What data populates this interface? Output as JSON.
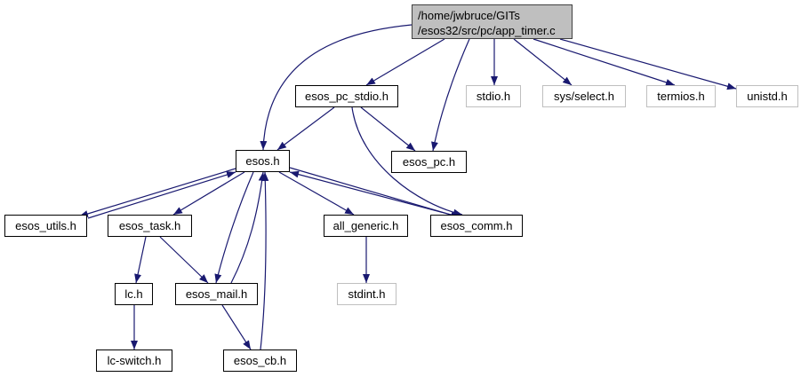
{
  "diagram": {
    "type": "include-dependency-graph",
    "edge_color": "#191970",
    "root": {
      "id": "app_timer",
      "label_lines": [
        "/home/jwbruce/GITs",
        "/esos32/src/pc/app_timer.c"
      ],
      "fill": "#bfbfbf"
    },
    "nodes": [
      {
        "id": "esos_pc_stdio",
        "label": "esos_pc_stdio.h",
        "external": false
      },
      {
        "id": "stdio",
        "label": "stdio.h",
        "external": true
      },
      {
        "id": "sys_select",
        "label": "sys/select.h",
        "external": true
      },
      {
        "id": "termios",
        "label": "termios.h",
        "external": true
      },
      {
        "id": "unistd",
        "label": "unistd.h",
        "external": true
      },
      {
        "id": "esos",
        "label": "esos.h",
        "external": false
      },
      {
        "id": "esos_pc",
        "label": "esos_pc.h",
        "external": false
      },
      {
        "id": "esos_utils",
        "label": "esos_utils.h",
        "external": false
      },
      {
        "id": "esos_task",
        "label": "esos_task.h",
        "external": false
      },
      {
        "id": "all_generic",
        "label": "all_generic.h",
        "external": false
      },
      {
        "id": "esos_comm",
        "label": "esos_comm.h",
        "external": false
      },
      {
        "id": "lc",
        "label": "lc.h",
        "external": false
      },
      {
        "id": "esos_mail",
        "label": "esos_mail.h",
        "external": false
      },
      {
        "id": "stdint",
        "label": "stdint.h",
        "external": true
      },
      {
        "id": "lc_switch",
        "label": "lc-switch.h",
        "external": false
      },
      {
        "id": "esos_cb",
        "label": "esos_cb.h",
        "external": false
      }
    ],
    "edges": [
      {
        "from": "app_timer",
        "to": "esos"
      },
      {
        "from": "app_timer",
        "to": "esos_pc_stdio"
      },
      {
        "from": "app_timer",
        "to": "esos_pc"
      },
      {
        "from": "app_timer",
        "to": "stdio"
      },
      {
        "from": "app_timer",
        "to": "sys_select"
      },
      {
        "from": "app_timer",
        "to": "termios"
      },
      {
        "from": "app_timer",
        "to": "unistd"
      },
      {
        "from": "esos_pc_stdio",
        "to": "esos"
      },
      {
        "from": "esos_pc_stdio",
        "to": "esos_pc"
      },
      {
        "from": "esos_pc_stdio",
        "to": "esos_comm"
      },
      {
        "from": "esos",
        "to": "esos_utils"
      },
      {
        "from": "esos_utils",
        "to": "esos"
      },
      {
        "from": "esos",
        "to": "esos_task"
      },
      {
        "from": "esos",
        "to": "esos_mail"
      },
      {
        "from": "esos_mail",
        "to": "esos"
      },
      {
        "from": "esos_cb",
        "to": "esos"
      },
      {
        "from": "esos",
        "to": "all_generic"
      },
      {
        "from": "esos",
        "to": "esos_comm"
      },
      {
        "from": "esos_comm",
        "to": "esos"
      },
      {
        "from": "esos_task",
        "to": "lc"
      },
      {
        "from": "esos_task",
        "to": "esos_mail"
      },
      {
        "from": "lc",
        "to": "lc_switch"
      },
      {
        "from": "esos_mail",
        "to": "esos_cb"
      },
      {
        "from": "all_generic",
        "to": "stdint"
      }
    ]
  }
}
